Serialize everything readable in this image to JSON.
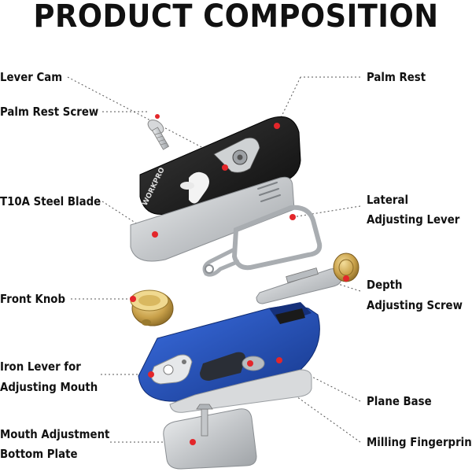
{
  "title": "PRODUCT COMPOSITION",
  "labels": {
    "lever_cam": "Lever Cam",
    "palm_rest_screw": "Palm Rest Screw",
    "steel_blade": "T10A Steel Blade",
    "front_knob": "Front Knob",
    "iron_lever_1": "Iron Lever for",
    "iron_lever_2": "Adjusting Mouth",
    "mouth_plate_1": "Mouth Adjustment",
    "mouth_plate_2": "Bottom Plate",
    "palm_rest": "Palm Rest",
    "lateral_1": "Lateral",
    "lateral_2": "Adjusting Lever",
    "depth_1": "Depth",
    "depth_2": "Adjusting Screw",
    "plane_base": "Plane Base",
    "milling": "Milling Fingerprint"
  },
  "brand": "WORKPRO",
  "colors": {
    "text": "#111111",
    "marker": "#e3262a",
    "leader": "#555555",
    "base_blue": "#1f4fb8",
    "cap_black": "#141414",
    "steel": "#c9cbcd",
    "brass": "#c8a24a"
  }
}
